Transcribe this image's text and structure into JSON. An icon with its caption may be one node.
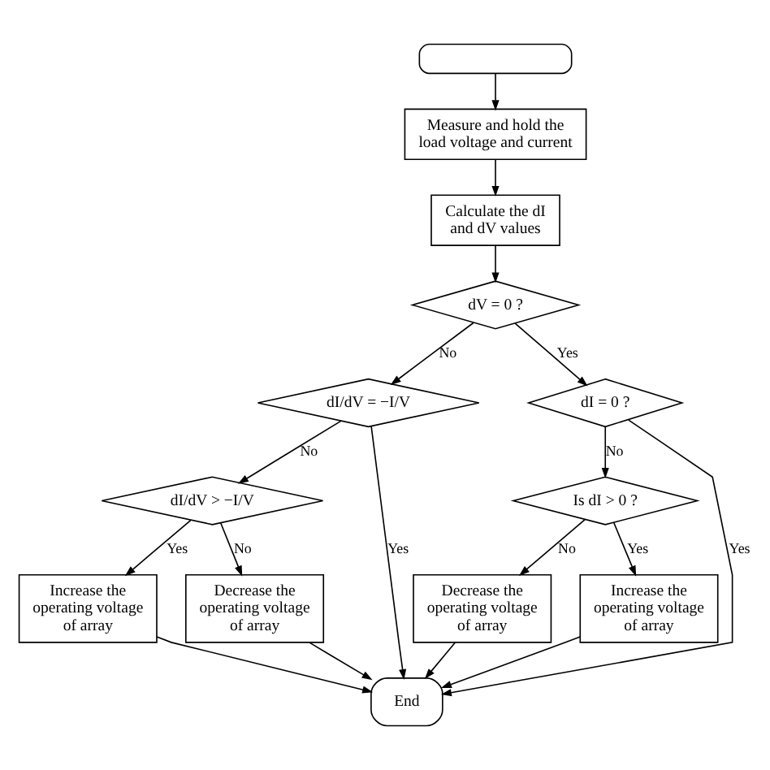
{
  "diagram": {
    "nodes": [
      {
        "text": [],
        "shape": "box"
      },
      {
        "text": [
          "Measure and hold the load voltage and current"
        ]
      },
      {
        "text": [
          "Calculate the dI and dV values"
        ]
      },
      {
        "text": [
          "dV = 0 ?"
        ]
      },
      {
        "text": [
          "dI/dV = −I/V"
        ]
      },
      {
        "text": [
          "dI = 0 ?"
        ]
      },
      {
        "text": [
          "dI/dV > −I/V"
        ]
      },
      {
        "text": [
          "Is dI > 0 ?"
        ]
      },
      {
        "text": [
          "Increase the operating voltage of array"
        ]
      },
      {
        "text": [
          "Decrease the operating voltage of array"
        ]
      },
      {
        "text": [
          "Decrease the operating voltage of array"
        ]
      },
      {
        "text": [
          "Increase the operating voltage of array"
        ]
      },
      {
        "text": [
          "End"
        ]
      }
    ],
    "edges": [
      {
        "from": 0,
        "to": 1,
        "arrow": "to"
      },
      {
        "from": 1,
        "to": 2,
        "arrow": "to"
      },
      {
        "from": 2,
        "to": 3,
        "arrow": "to"
      },
      {
        "from": 3,
        "to": 4,
        "arrow": "to",
        "label": "No"
      },
      {
        "from": 3,
        "to": 5,
        "arrow": "to",
        "label": "Yes"
      },
      {
        "from": 4,
        "to": 6,
        "arrow": "to",
        "label": "No"
      },
      {
        "from": 4,
        "to": 12,
        "arrow": "to",
        "label": "Yes"
      },
      {
        "from": 5,
        "to": 7,
        "arrow": "to",
        "label": "No"
      },
      {
        "from": 5,
        "to": 12,
        "arrow": "to",
        "label": "Yes"
      },
      {
        "from": 6,
        "to": 8,
        "arrow": "to",
        "label": "Yes"
      },
      {
        "from": 6,
        "to": 9,
        "arrow": "to",
        "label": "No"
      },
      {
        "from": 7,
        "to": 10,
        "arrow": "to",
        "label": "No"
      },
      {
        "from": 7,
        "to": 11,
        "arrow": "to",
        "label": "Yes"
      },
      {
        "from": 8,
        "to": 12,
        "arrow": "to"
      },
      {
        "from": 9,
        "to": 12,
        "arrow": "to"
      },
      {
        "from": 10,
        "to": 12,
        "arrow": "to"
      },
      {
        "from": 11,
        "to": 12,
        "arrow": "to"
      }
    ]
  }
}
